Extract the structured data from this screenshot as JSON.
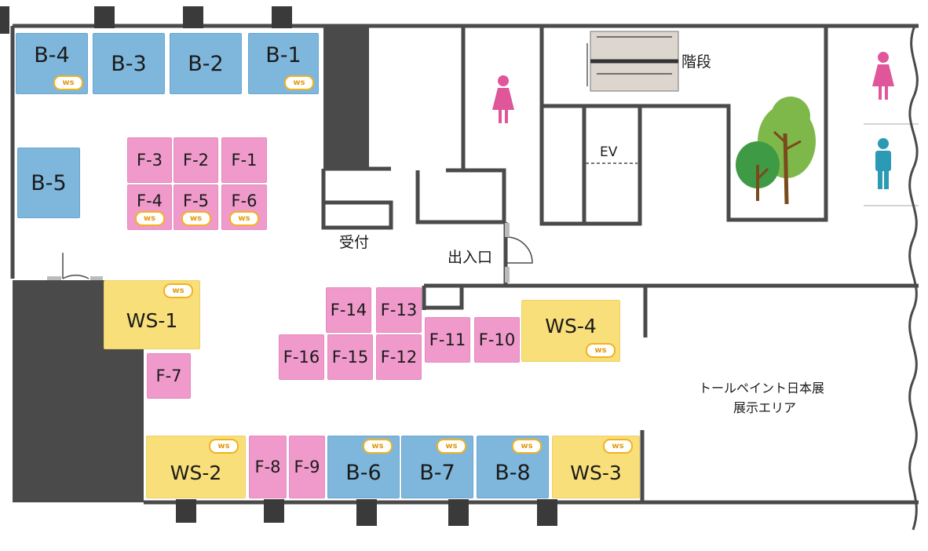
{
  "booths": [
    {
      "label": "B-4",
      "ws": true
    },
    {
      "label": "B-3",
      "ws": false
    },
    {
      "label": "B-2",
      "ws": false
    },
    {
      "label": "B-1",
      "ws": true
    },
    {
      "label": "B-5",
      "ws": false
    },
    {
      "label": "F-3",
      "ws": false
    },
    {
      "label": "F-2",
      "ws": false
    },
    {
      "label": "F-1",
      "ws": false
    },
    {
      "label": "F-4",
      "ws": true
    },
    {
      "label": "F-5",
      "ws": true
    },
    {
      "label": "F-6",
      "ws": true
    },
    {
      "label": "WS-1",
      "ws": true
    },
    {
      "label": "F-7",
      "ws": false
    },
    {
      "label": "F-14",
      "ws": false
    },
    {
      "label": "F-13",
      "ws": false
    },
    {
      "label": "F-16",
      "ws": false
    },
    {
      "label": "F-15",
      "ws": false
    },
    {
      "label": "F-12",
      "ws": false
    },
    {
      "label": "F-11",
      "ws": false
    },
    {
      "label": "F-10",
      "ws": false
    },
    {
      "label": "WS-4",
      "ws": true
    },
    {
      "label": "WS-2",
      "ws": true
    },
    {
      "label": "F-8",
      "ws": false
    },
    {
      "label": "F-9",
      "ws": false
    },
    {
      "label": "B-6",
      "ws": true
    },
    {
      "label": "B-7",
      "ws": true
    },
    {
      "label": "B-8",
      "ws": true
    },
    {
      "label": "WS-3",
      "ws": true
    }
  ],
  "ws_badge": "ws",
  "labels": {
    "stairs": "階段",
    "elevator": "EV",
    "reception": "受付",
    "entrance": "出入口",
    "exhibit_title": "トールペイント日本展",
    "exhibit_area": "展示エリア"
  },
  "icons": [
    "womens-restroom-icon",
    "womens-restroom-icon",
    "mens-restroom-icon",
    "tree-icon",
    "tree-icon",
    "stairs-icon",
    "door-icon"
  ],
  "colors": {
    "blue_booth": "#7fb7dc",
    "pink_booth": "#ef9acb",
    "yellow_booth": "#f8df7a",
    "wall": "#4a4a4a",
    "column": "#3a3a3a",
    "women": "#e0569b",
    "men": "#2a9ab5",
    "ws_badge": "#f2b21e"
  }
}
